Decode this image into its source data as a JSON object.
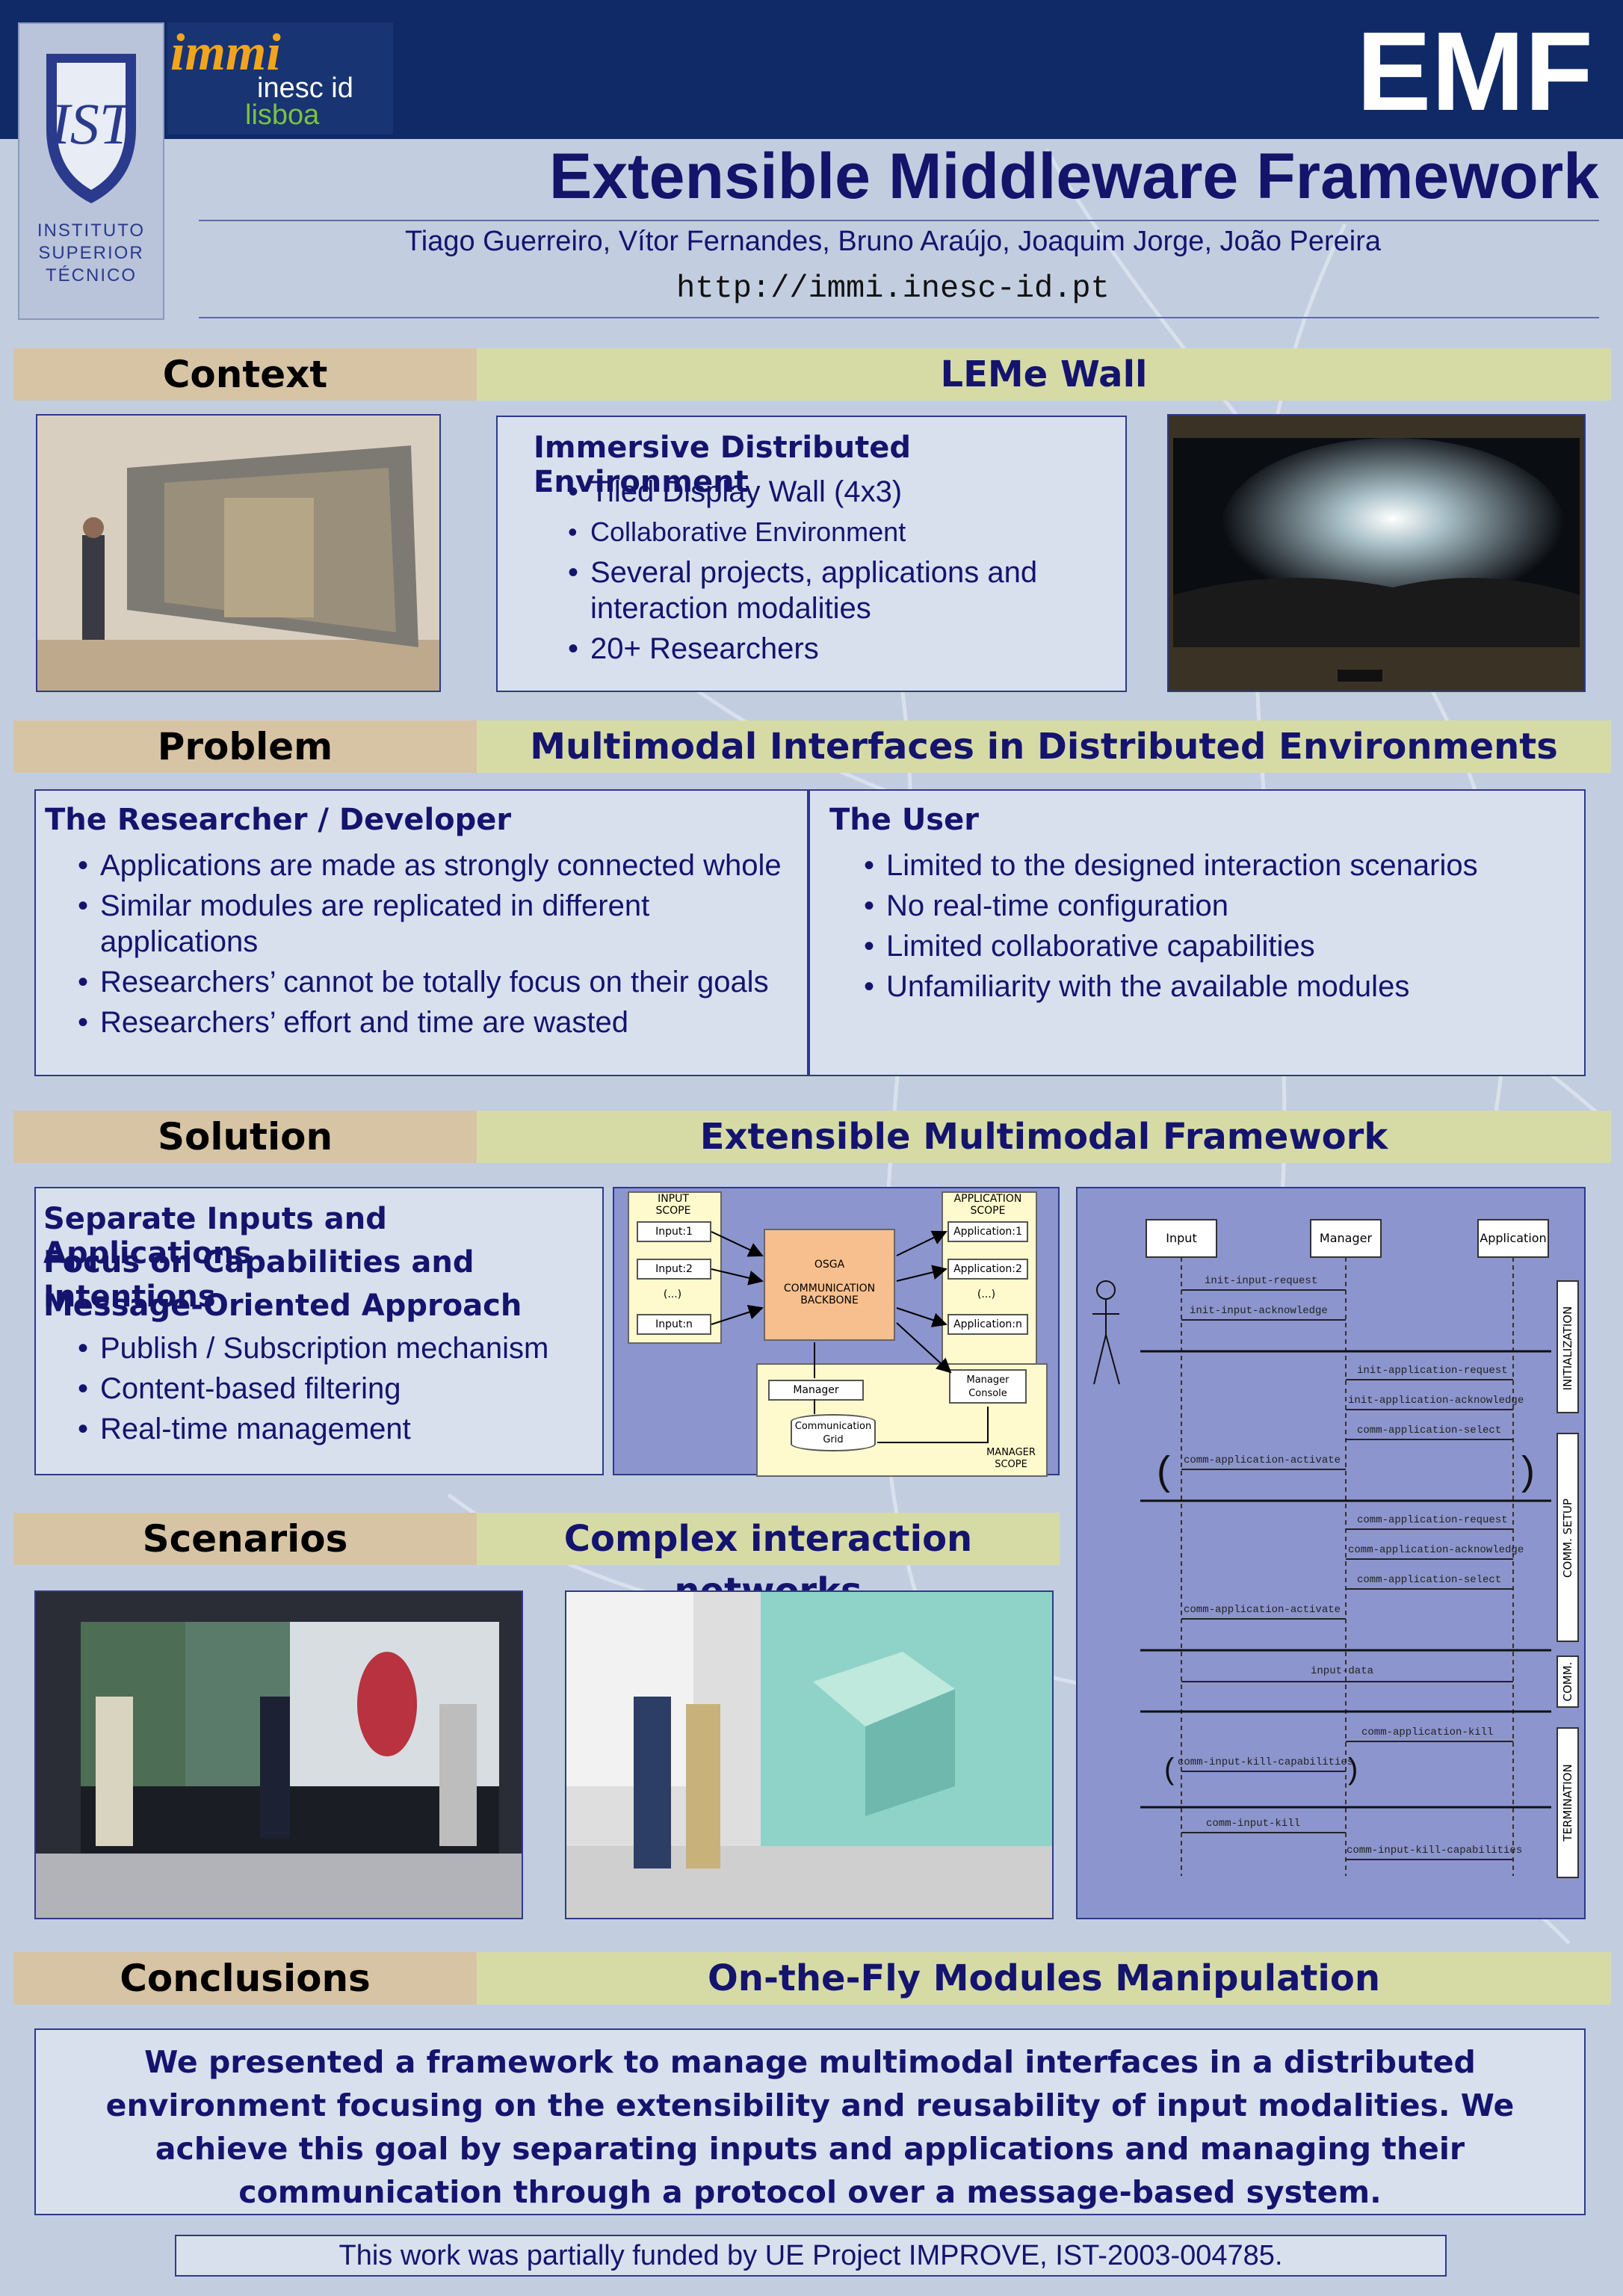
{
  "header": {
    "badge": "EMF",
    "title": "Extensible Middleware Framework",
    "authors": "Tiago Guerreiro, Vítor Fernandes, Bruno Araújo, Joaquim Jorge, João Pereira",
    "url": "http://immi.inesc-id.pt",
    "logo_ist": "INSTITUTO\nSUPERIOR\nTÉCNICO",
    "logo_ist_mark": "IST",
    "logo_immi_top": "immi",
    "logo_immi_mid": "inesc id",
    "logo_immi_bottom": "lisboa"
  },
  "context": {
    "left_label": "Context",
    "right_label": "LEMe Wall",
    "panel_title": "Immersive Distributed Environment",
    "bullets": [
      "Tiled Display Wall (4x3)",
      "Collaborative Environment",
      "Several projects, applications and interaction modalities",
      "20+ Researchers"
    ]
  },
  "problem": {
    "left_label": "Problem",
    "right_label": "Multimodal Interfaces in Distributed Environments",
    "dev_title": "The Researcher / Developer",
    "dev_bullets": [
      "Applications are made as strongly connected whole",
      "Similar modules are replicated in different applications",
      "Researchers’ cannot be totally focus on their goals",
      "Researchers’ effort and time are wasted"
    ],
    "user_title": "The User",
    "user_bullets": [
      "Limited to the designed interaction scenarios",
      "No real-time configuration",
      "Limited collaborative capabilities",
      "Unfamiliarity with the available modules"
    ]
  },
  "solution": {
    "left_label": "Solution",
    "right_label": "Extensible Multimodal Framework",
    "headings": [
      "Separate Inputs and Applications",
      "Focus on Capabilities and Intentions",
      "Message-Oriented Approach"
    ],
    "bullets": [
      "Publish / Subscription mechanism",
      "Content-based filtering",
      "Real-time management"
    ],
    "arch": {
      "input_scope": "INPUT\nSCOPE",
      "inputs": [
        "Input:1",
        "Input:2",
        "(...)",
        "Input:n"
      ],
      "app_scope": "APPLICATION\nSCOPE",
      "apps": [
        "Application:1",
        "Application:2",
        "(...)",
        "Application:n"
      ],
      "backbone": "OSGA\n\nCOMMUNICATION\nBACKBONE",
      "manager": "Manager",
      "console": "Manager\nConsole",
      "grid": "Communication\nGrid",
      "manager_scope": "MANAGER\nSCOPE"
    }
  },
  "sequence": {
    "actors": [
      "Input",
      "Manager",
      "Application"
    ],
    "messages": [
      "init-input-request",
      "init-input-acknowledge",
      "init-application-request",
      "init-application-acknowledge",
      "comm-application-select",
      "comm-application-activate",
      "comm-application-request",
      "comm-application-acknowledge",
      "comm-application-select",
      "comm-application-activate",
      "input-data",
      "comm-application-kill",
      "comm-input-kill-capabilities",
      "comm-input-kill",
      "comm-input-kill-capabilities"
    ],
    "phases": [
      "INITIALIZATION",
      "COMM. SETUP",
      "COMM.",
      "TERMINATION"
    ]
  },
  "scenarios": {
    "left_label": "Scenarios",
    "right_label": "Complex interaction networks"
  },
  "conclusions": {
    "left_label": "Conclusions",
    "right_label": "On-the-Fly Modules Manipulation",
    "text": "We presented a framework to manage multimodal interfaces in a distributed environment focusing on the extensibility and reusability of input modalities. We achieve this goal by separating inputs and applications and managing their communication through a protocol over a message-based system."
  },
  "footer": {
    "funding": "This work was partially funded by UE Project IMPROVE, IST-2003-004785."
  }
}
